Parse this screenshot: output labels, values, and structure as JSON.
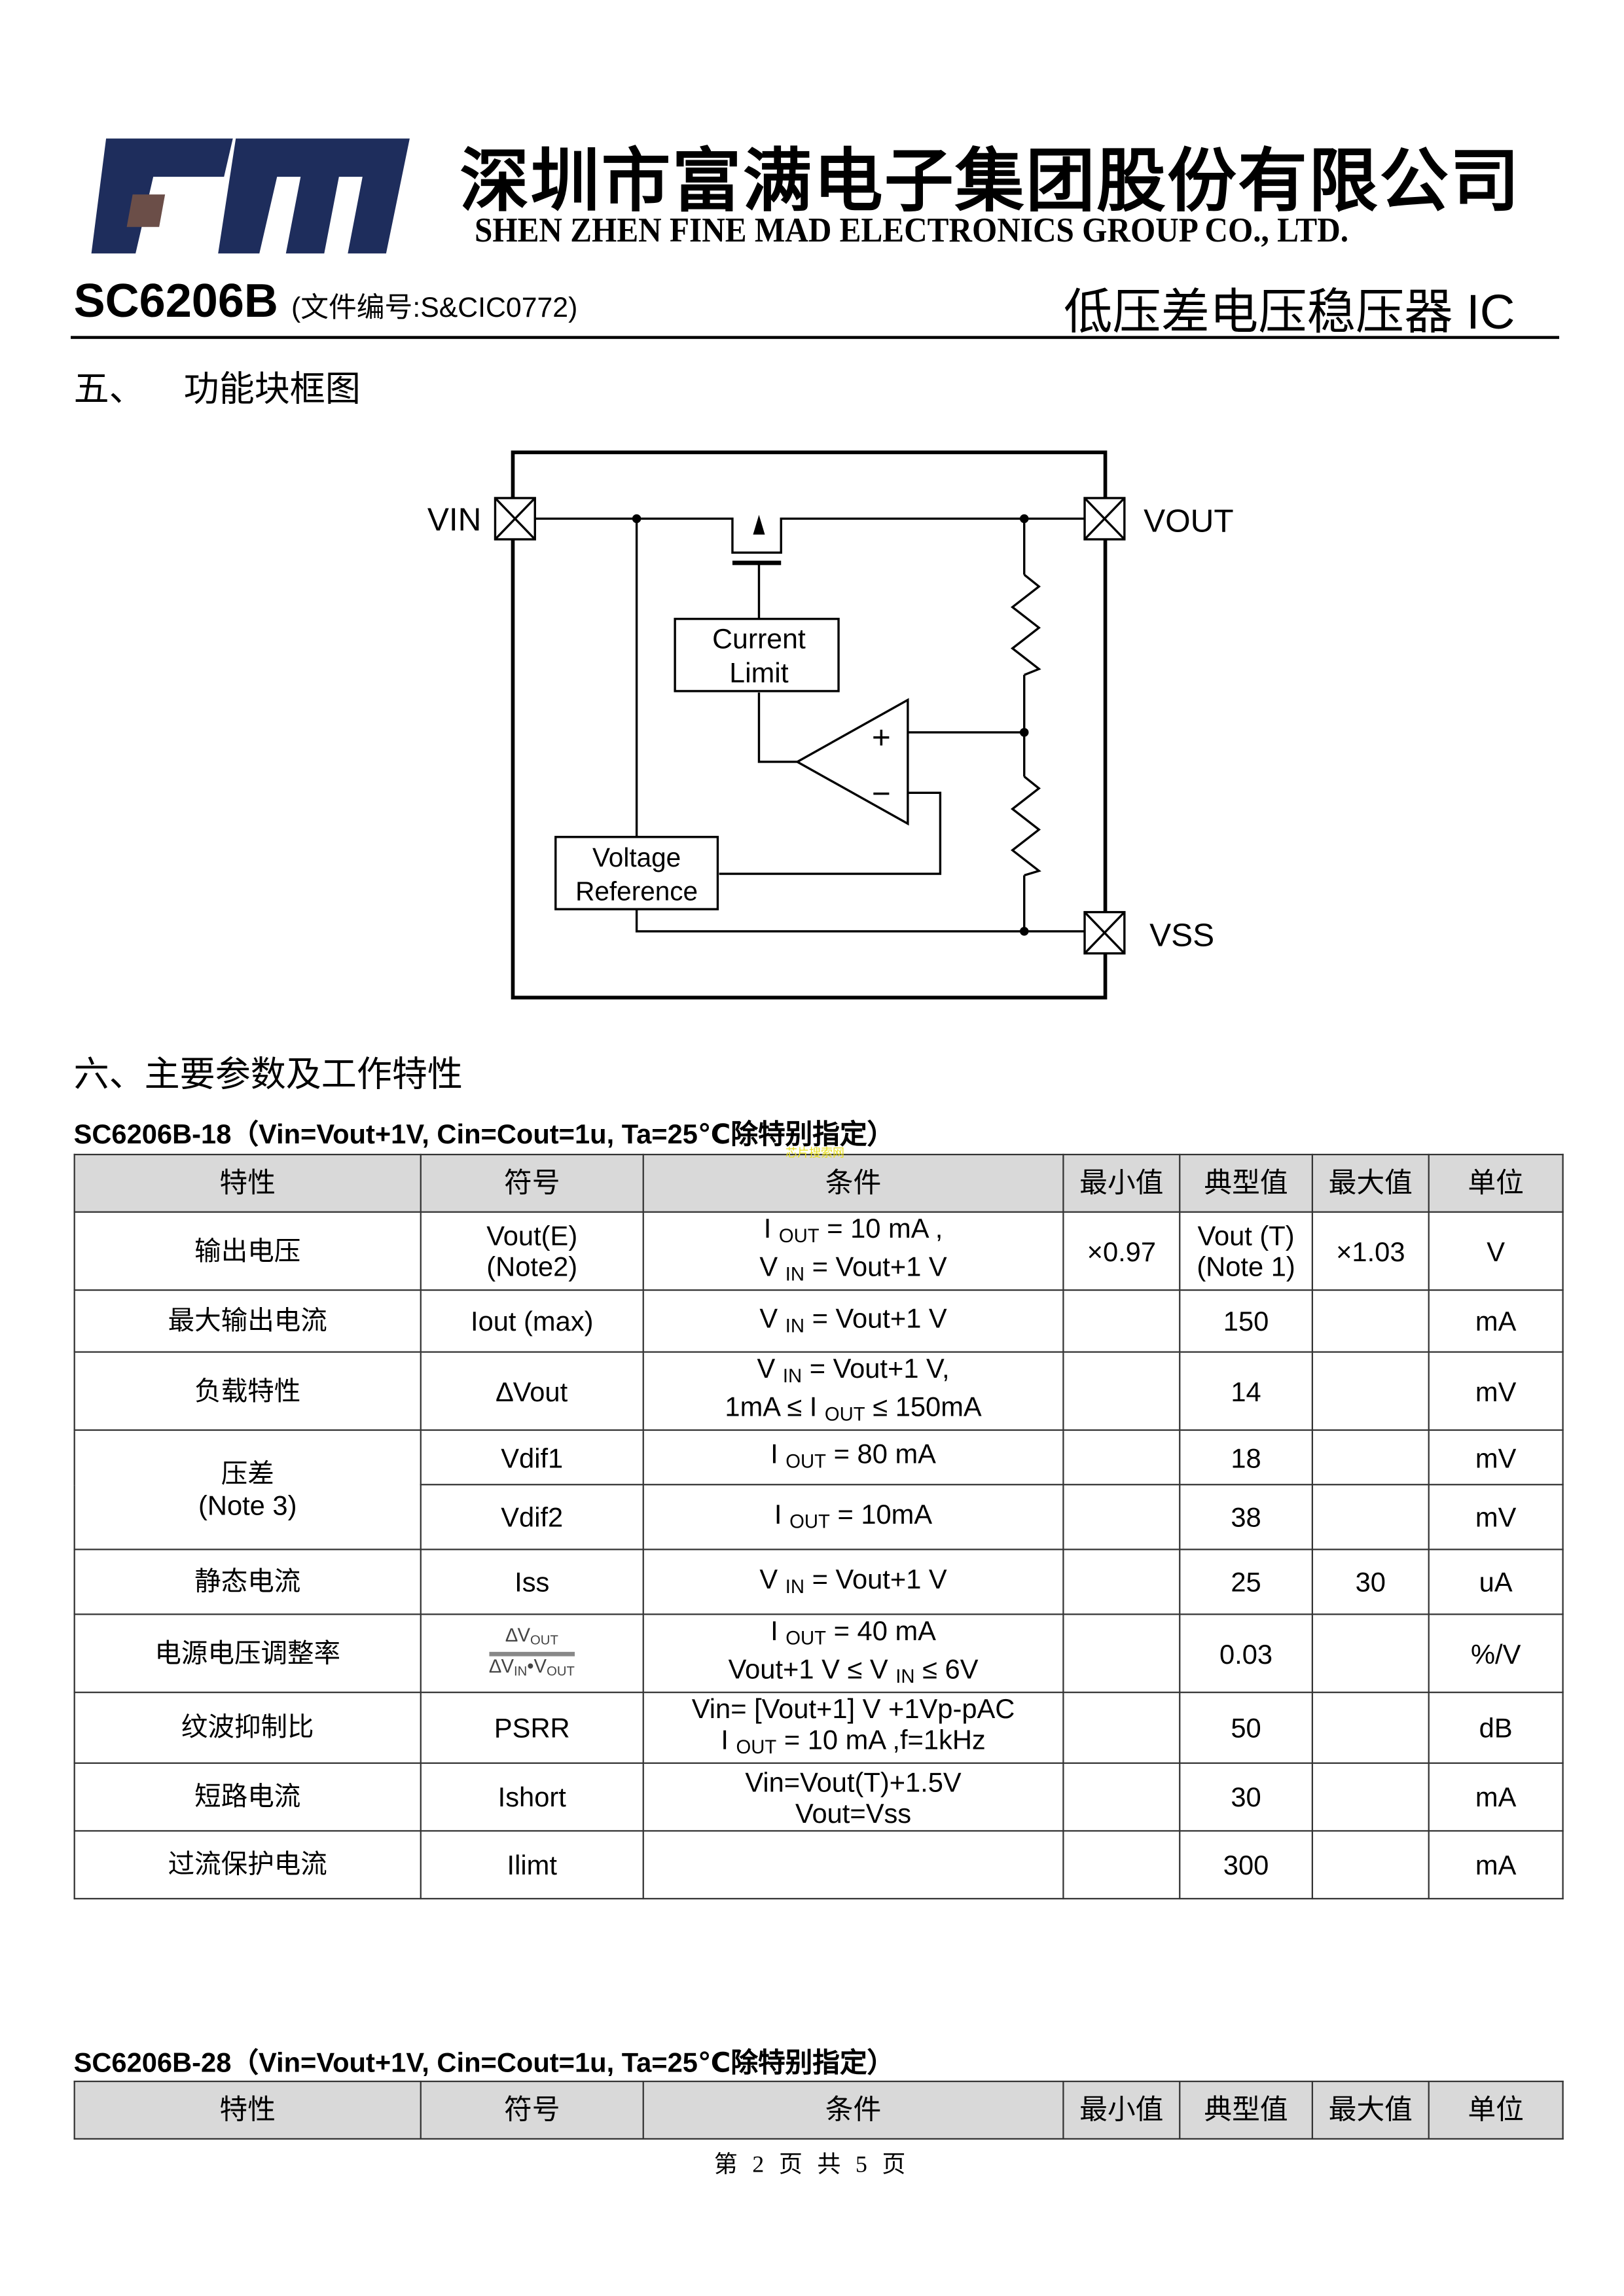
{
  "header": {
    "company_cn": "深圳市富满电子集团股份有限公司",
    "company_en": "SHEN ZHEN FINE MAD ELECTRONICS GROUP CO., LTD.",
    "logo_text": "FM",
    "model": "SC6206B",
    "doc_number": "(文件编号:S&CIC0772)",
    "product_title": "低压差电压稳压器 IC",
    "colors": {
      "logo_blue": "#1e2d5c",
      "logo_brown": "#6b4e48"
    }
  },
  "section5": {
    "title": "五、    功能块框图",
    "diagram": {
      "pins": [
        "VIN",
        "VOUT",
        "VSS"
      ],
      "blocks": [
        "Current",
        "Limit",
        "Voltage",
        "Reference"
      ],
      "opamp_signs": [
        "+",
        "−"
      ]
    }
  },
  "section6": {
    "title": "六、主要参数及工作特性"
  },
  "watermark": "芯片搜索网",
  "table1": {
    "title": "SC6206B-18（Vin=Vout+1V, Cin=Cout=1u, Ta=25℃除特别指定）",
    "headers": [
      "特性",
      "符号",
      "条件",
      "最小值",
      "典型值",
      "最大值",
      "单位"
    ],
    "rows": [
      {
        "name": "输出电压",
        "symbol": [
          "Vout(E)",
          "(Note2)"
        ],
        "cond": [
          [
            [
              "I "
            ],
            {
              "sub": "OUT"
            },
            [
              " = 10 mA ,"
            ]
          ],
          [
            [
              "V "
            ],
            {
              "sub": "IN"
            },
            [
              " = Vout+1 V"
            ]
          ]
        ],
        "min": "×0.97",
        "typ": [
          "Vout (T)",
          "(Note 1)"
        ],
        "max": "×1.03",
        "unit": "V"
      },
      {
        "name": "最大输出电流",
        "symbol": [
          "Iout (max)"
        ],
        "cond": [
          [
            [
              "V "
            ],
            {
              "sub": "IN"
            },
            [
              " = Vout+1 V"
            ]
          ]
        ],
        "min": "",
        "typ": [
          "150"
        ],
        "max": "",
        "unit": "mA"
      },
      {
        "name": "负载特性",
        "symbol": [
          "∆Vout"
        ],
        "cond": [
          [
            [
              "V "
            ],
            {
              "sub": "IN"
            },
            [
              " = Vout+1 V,"
            ]
          ],
          [
            [
              "1mA ≤ I "
            ],
            {
              "sub": "OUT"
            },
            [
              " ≤ 150mA"
            ]
          ]
        ],
        "min": "",
        "typ": [
          "14"
        ],
        "max": "",
        "unit": "mV"
      },
      {
        "name": "压差",
        "name2": "(Note 3)",
        "span": 2,
        "symbol": [
          "Vdif1"
        ],
        "cond": [
          [
            [
              "I "
            ],
            {
              "sub": "OUT"
            },
            [
              " = 80 mA"
            ]
          ]
        ],
        "min": "",
        "typ": [
          "18"
        ],
        "max": "",
        "unit": "mV"
      },
      {
        "cont": true,
        "symbol": [
          "Vdif2"
        ],
        "cond": [
          [
            [
              "I "
            ],
            {
              "sub": "OUT"
            },
            [
              " = 10mA"
            ]
          ]
        ],
        "min": "",
        "typ": [
          "38"
        ],
        "max": "",
        "unit": "mV"
      },
      {
        "name": "静态电流",
        "symbol": [
          "Iss"
        ],
        "cond": [
          [
            [
              "V "
            ],
            {
              "sub": "IN"
            },
            [
              " = Vout+1 V"
            ]
          ]
        ],
        "min": "",
        "typ": [
          "25"
        ],
        "max": "30",
        "unit": "uA"
      },
      {
        "name": "电源电压调整率",
        "symbol_frac": {
          "num": [
            "∆V",
            "OUT"
          ],
          "den": [
            "∆V",
            "IN",
            "•V",
            "OUT"
          ]
        },
        "cond": [
          [
            [
              "I "
            ],
            {
              "sub": "OUT"
            },
            [
              " = 40 mA"
            ]
          ],
          [
            [
              "Vout+1 V ≤ V "
            ],
            {
              "sub": "IN"
            },
            [
              " ≤ 6V"
            ]
          ]
        ],
        "min": "",
        "typ": [
          "0.03"
        ],
        "max": "",
        "unit": "%/V"
      },
      {
        "name": "纹波抑制比",
        "symbol": [
          "PSRR"
        ],
        "cond": [
          [
            [
              "Vin= [Vout+1] V +1Vp-pAC"
            ]
          ],
          [
            [
              "I "
            ],
            {
              "sub": "OUT"
            },
            [
              " = 10 mA ,f=1kHz"
            ]
          ]
        ],
        "min": "",
        "typ": [
          "50"
        ],
        "max": "",
        "unit": "dB"
      },
      {
        "name": "短路电流",
        "symbol": [
          "Ishort"
        ],
        "cond": [
          [
            [
              "Vin=Vout(T)+1.5V"
            ]
          ],
          [
            [
              "Vout=Vss"
            ]
          ]
        ],
        "min": "",
        "typ": [
          "30"
        ],
        "max": "",
        "unit": "mA"
      },
      {
        "name": "过流保护电流",
        "symbol": [
          "Ilimt"
        ],
        "cond": [],
        "min": "",
        "typ": [
          "300"
        ],
        "max": "",
        "unit": "mA"
      }
    ]
  },
  "table2": {
    "title": "SC6206B-28（Vin=Vout+1V, Cin=Cout=1u, Ta=25℃除特别指定）",
    "headers": [
      "特性",
      "符号",
      "条件",
      "最小值",
      "典型值",
      "最大值",
      "单位"
    ]
  },
  "footer": "第 2 页 共 5 页"
}
